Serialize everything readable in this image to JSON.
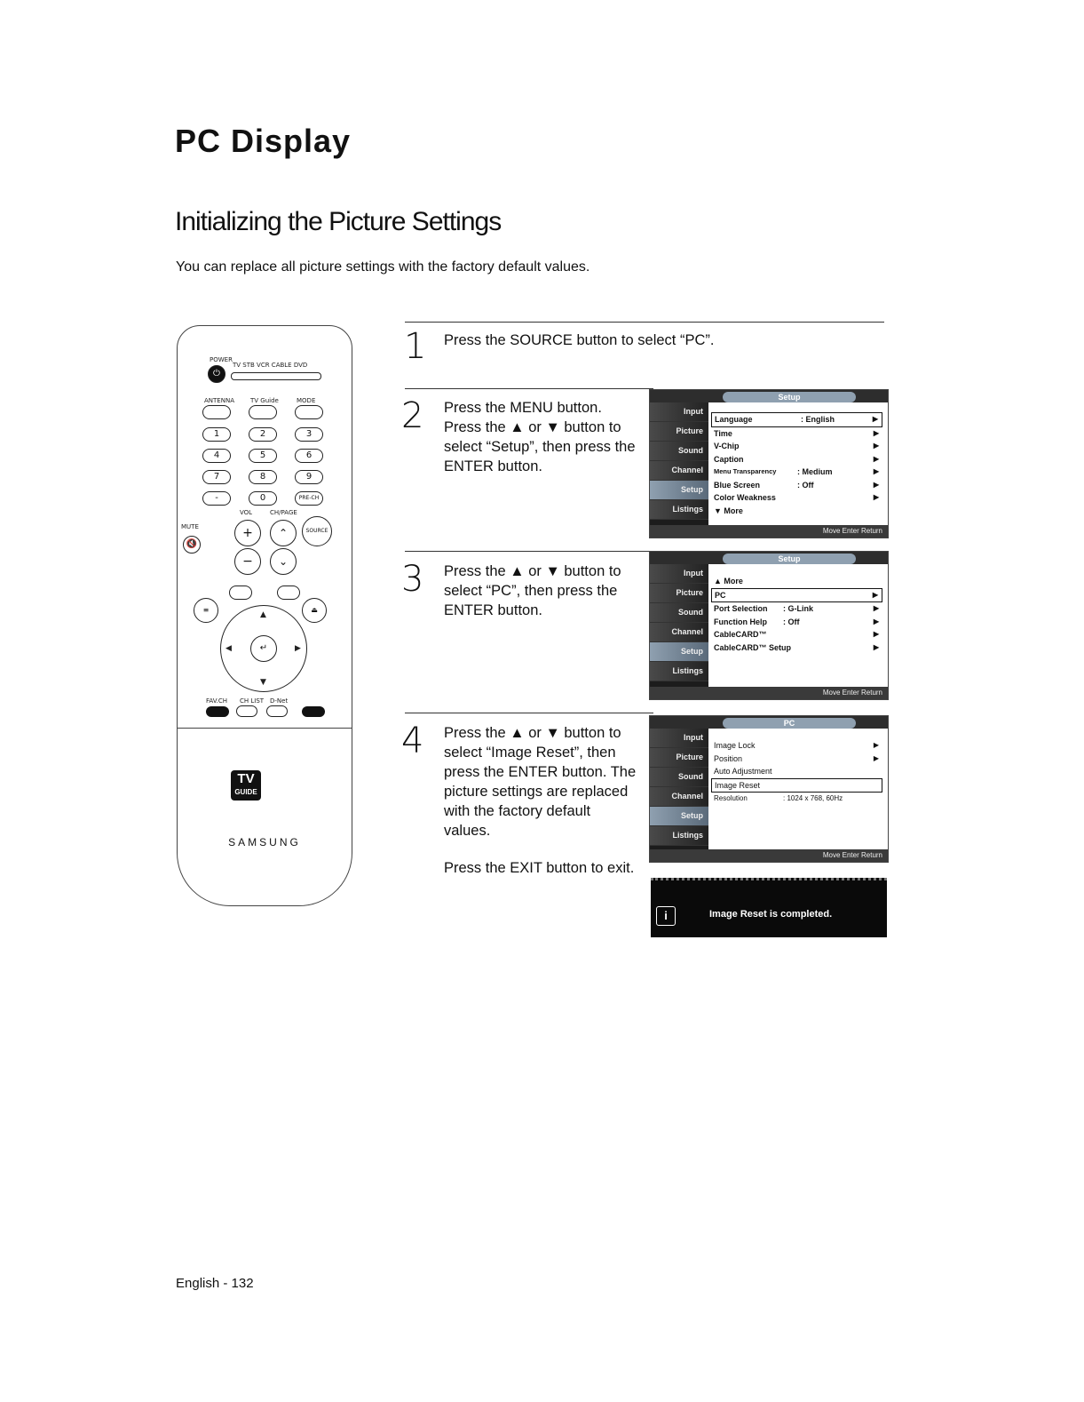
{
  "header": {
    "title": "PC Display"
  },
  "section": {
    "title": "Initializing the Picture Settings",
    "intro": "You can replace all picture settings with the factory default values."
  },
  "remote": {
    "brand": "SAMSUNG",
    "power_label": "POWER",
    "modes": "TV  STB  VCR  CABLE  DVD",
    "keypad": [
      "1",
      "2",
      "3",
      "4",
      "5",
      "6",
      "7",
      "8",
      "9",
      "-",
      "0",
      "PRE-CH"
    ],
    "labels": {
      "antenna": "ANTENNA",
      "tvguide": "TV Guide",
      "mode": "MODE",
      "vol": "VOL",
      "ch": "CH/PAGE",
      "mute": "MUTE",
      "source": "SOURCE",
      "fav": "FAV.CH",
      "chlist": "CH LIST",
      "dnet": "D-Net"
    },
    "logo_top": "TV",
    "logo_bottom": "GUIDE",
    "icons": [
      "power-icon",
      "mute-icon",
      "source-icon",
      "menu-icon",
      "exit-icon",
      "enter-icon"
    ]
  },
  "steps": [
    {
      "number": "1",
      "text": "Press the SOURCE button to select “PC”."
    },
    {
      "number": "2",
      "text": "Press the MENU button. Press the ▲ or ▼ button to select “Setup”, then press the ENTER button."
    },
    {
      "number": "3",
      "text": "Press the ▲ or ▼ button to select “PC”, then press the ENTER button."
    },
    {
      "number": "4",
      "text": "Press the ▲ or ▼ button to select “Image Reset”, then press the ENTER button. The picture settings are replaced with the factory default values.",
      "extra": "Press the EXIT button to exit."
    }
  ],
  "screens": {
    "tabs": [
      "Input",
      "Picture",
      "Sound",
      "Channel",
      "Setup",
      "Listings"
    ],
    "setup": {
      "title": "Setup",
      "rows": [
        {
          "label": "Language",
          "value": ": English",
          "arrow": "▶"
        },
        {
          "label": "Time",
          "value": "",
          "arrow": "▶"
        },
        {
          "label": "V-Chip",
          "value": "",
          "arrow": "▶"
        },
        {
          "label": "Caption",
          "value": "",
          "arrow": "▶"
        },
        {
          "label": "Menu Transparency",
          "value": ": Medium",
          "arrow": "▶"
        },
        {
          "label": "Blue Screen",
          "value": ": Off",
          "arrow": "▶"
        },
        {
          "label": "Color Weakness",
          "value": "",
          "arrow": "▶"
        },
        {
          "label": "▼ More",
          "value": "",
          "arrow": ""
        }
      ],
      "footer": "Move  Enter  Return"
    },
    "setup_more": {
      "title": "Setup",
      "rows": [
        {
          "label": "▲ More",
          "value": "",
          "arrow": ""
        },
        {
          "label": "PC",
          "value": "",
          "arrow": "▶"
        },
        {
          "label": "Port Selection",
          "value": ": G-Link",
          "arrow": "▶"
        },
        {
          "label": "Function Help",
          "value": ": Off",
          "arrow": "▶"
        },
        {
          "label": "CableCARD™",
          "value": "",
          "arrow": "▶"
        },
        {
          "label": "CableCARD™ Setup",
          "value": "",
          "arrow": "▶"
        }
      ],
      "footer": "Move  Enter  Return"
    },
    "pc": {
      "title": "PC",
      "rows": [
        {
          "label": "Image Lock",
          "value": "",
          "arrow": "▶"
        },
        {
          "label": "Position",
          "value": "",
          "arrow": "▶"
        },
        {
          "label": "Auto Adjustment",
          "value": "",
          "arrow": ""
        },
        {
          "label": "Image Reset",
          "value": "",
          "arrow": ""
        },
        {
          "label": "Resolution",
          "value": ": 1024 x 768, 60Hz",
          "arrow": ""
        }
      ],
      "footer": "Move  Enter  Return"
    },
    "notice": {
      "icon": "i",
      "message": "Image Reset is completed."
    }
  },
  "footer": {
    "page": "English - 132"
  }
}
